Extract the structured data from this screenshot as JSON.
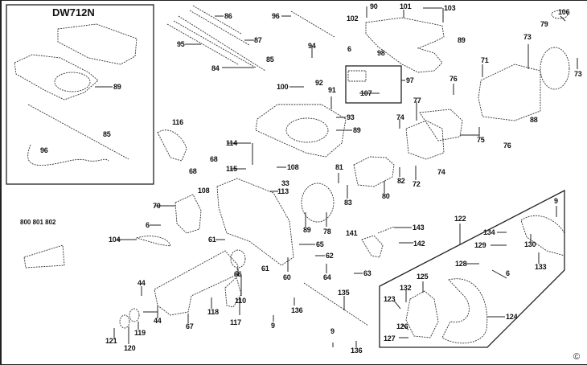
{
  "diagram": {
    "title": "Exploded parts diagram",
    "model_label": "DW712N",
    "alternate_parts_label": "800 801 802",
    "copyright_symbol": "©",
    "part_labels": [
      {
        "id": "l-89a",
        "text": "89"
      },
      {
        "id": "l-85a",
        "text": "85"
      },
      {
        "id": "l-96a",
        "text": "96"
      },
      {
        "id": "l-86",
        "text": "86"
      },
      {
        "id": "l-87",
        "text": "87"
      },
      {
        "id": "l-95",
        "text": "95"
      },
      {
        "id": "l-85b",
        "text": "85"
      },
      {
        "id": "l-84",
        "text": "84"
      },
      {
        "id": "l-96b",
        "text": "96"
      },
      {
        "id": "l-94",
        "text": "94"
      },
      {
        "id": "l-100",
        "text": "100"
      },
      {
        "id": "l-92",
        "text": "92"
      },
      {
        "id": "l-91",
        "text": "91"
      },
      {
        "id": "l-93",
        "text": "93"
      },
      {
        "id": "l-89b",
        "text": "89"
      },
      {
        "id": "l-90",
        "text": "90"
      },
      {
        "id": "l-101",
        "text": "101"
      },
      {
        "id": "l-103",
        "text": "103"
      },
      {
        "id": "l-102",
        "text": "102"
      },
      {
        "id": "l-89c",
        "text": "89"
      },
      {
        "id": "l-6a",
        "text": "6"
      },
      {
        "id": "l-98",
        "text": "98"
      },
      {
        "id": "l-97",
        "text": "97"
      },
      {
        "id": "l-107",
        "text": "107"
      },
      {
        "id": "l-106",
        "text": "106"
      },
      {
        "id": "l-79",
        "text": "79"
      },
      {
        "id": "l-73a",
        "text": "73"
      },
      {
        "id": "l-73b",
        "text": "73"
      },
      {
        "id": "l-71",
        "text": "71"
      },
      {
        "id": "l-76a",
        "text": "76"
      },
      {
        "id": "l-88",
        "text": "88"
      },
      {
        "id": "l-75",
        "text": "75"
      },
      {
        "id": "l-76b",
        "text": "76"
      },
      {
        "id": "l-77",
        "text": "77"
      },
      {
        "id": "l-74a",
        "text": "74"
      },
      {
        "id": "l-74b",
        "text": "74"
      },
      {
        "id": "l-72",
        "text": "72"
      },
      {
        "id": "l-82",
        "text": "82"
      },
      {
        "id": "l-81",
        "text": "81"
      },
      {
        "id": "l-80",
        "text": "80"
      },
      {
        "id": "l-83",
        "text": "83"
      },
      {
        "id": "l-116",
        "text": "116"
      },
      {
        "id": "l-114",
        "text": "114"
      },
      {
        "id": "l-115",
        "text": "115"
      },
      {
        "id": "l-108a",
        "text": "108"
      },
      {
        "id": "l-68a",
        "text": "68"
      },
      {
        "id": "l-68b",
        "text": "68"
      },
      {
        "id": "l-108b",
        "text": "108"
      },
      {
        "id": "l-33",
        "text": "33"
      },
      {
        "id": "l-113",
        "text": "113"
      },
      {
        "id": "l-70",
        "text": "70"
      },
      {
        "id": "l-6b",
        "text": "6"
      },
      {
        "id": "l-104",
        "text": "104"
      },
      {
        "id": "l-61a",
        "text": "61"
      },
      {
        "id": "l-89d",
        "text": "89"
      },
      {
        "id": "l-78",
        "text": "78"
      },
      {
        "id": "l-65",
        "text": "65"
      },
      {
        "id": "l-66",
        "text": "66"
      },
      {
        "id": "l-61b",
        "text": "61"
      },
      {
        "id": "l-60",
        "text": "60"
      },
      {
        "id": "l-62",
        "text": "62"
      },
      {
        "id": "l-64",
        "text": "64"
      },
      {
        "id": "l-63",
        "text": "63"
      },
      {
        "id": "l-141",
        "text": "141"
      },
      {
        "id": "l-143",
        "text": "143"
      },
      {
        "id": "l-142",
        "text": "142"
      },
      {
        "id": "l-122",
        "text": "122"
      },
      {
        "id": "l-9a",
        "text": "9"
      },
      {
        "id": "l-134",
        "text": "134"
      },
      {
        "id": "l-129",
        "text": "129"
      },
      {
        "id": "l-130",
        "text": "130"
      },
      {
        "id": "l-133",
        "text": "133"
      },
      {
        "id": "l-128",
        "text": "128"
      },
      {
        "id": "l-6c",
        "text": "6"
      },
      {
        "id": "l-125",
        "text": "125"
      },
      {
        "id": "l-132",
        "text": "132"
      },
      {
        "id": "l-123",
        "text": "123"
      },
      {
        "id": "l-126",
        "text": "126"
      },
      {
        "id": "l-127",
        "text": "127"
      },
      {
        "id": "l-124",
        "text": "124"
      },
      {
        "id": "l-44a",
        "text": "44"
      },
      {
        "id": "l-44b",
        "text": "44"
      },
      {
        "id": "l-67",
        "text": "67"
      },
      {
        "id": "l-119",
        "text": "119"
      },
      {
        "id": "l-120",
        "text": "120"
      },
      {
        "id": "l-121",
        "text": "121"
      },
      {
        "id": "l-118",
        "text": "118"
      },
      {
        "id": "l-117",
        "text": "117"
      },
      {
        "id": "l-110",
        "text": "110"
      },
      {
        "id": "l-136a",
        "text": "136"
      },
      {
        "id": "l-9b",
        "text": "9"
      },
      {
        "id": "l-135",
        "text": "135"
      },
      {
        "id": "l-9c",
        "text": "9"
      },
      {
        "id": "l-136b",
        "text": "136"
      }
    ]
  }
}
